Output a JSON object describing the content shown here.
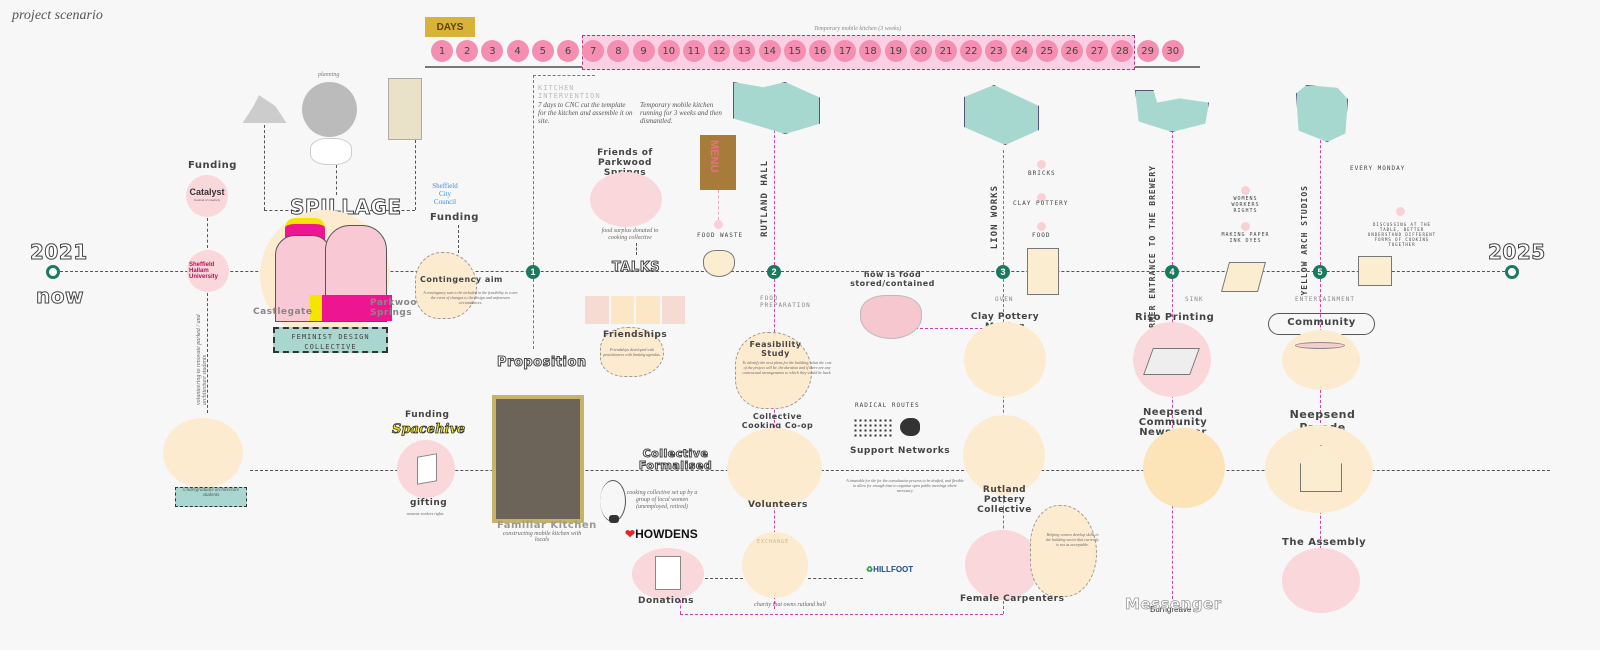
{
  "title": "project scenario",
  "days": {
    "label": "DAYS",
    "numbers": [
      1,
      2,
      3,
      4,
      5,
      6,
      7,
      8,
      9,
      10,
      11,
      12,
      13,
      14,
      15,
      16,
      17,
      18,
      19,
      20,
      21,
      22,
      23,
      24,
      25,
      26,
      27,
      28,
      29,
      30
    ],
    "highlight_label": "Temporary mobile kitchen (3 weeks)",
    "highlight_range": [
      7,
      28
    ]
  },
  "timeline": {
    "start_year": "2021",
    "start_label": "now",
    "end_year": "2025",
    "stages": [
      "1",
      "2",
      "3",
      "4",
      "5"
    ]
  },
  "kitchen_intervention": {
    "heading": "KITCHEN INTERVENTION",
    "note_1": "7 days to CNC cut the template for the kitchen and assemble it on site.",
    "note_2": "Temporary mobile kitchen running for 3 weeks and then dismantled."
  },
  "left": {
    "planning": "planning",
    "funding_1": "Funding",
    "catalyst": "Catalyst",
    "catalyst_sub": "Festival of creativity",
    "shu": "Sheffield Hallam University",
    "vertical_note": "volunteering to renovate parked / and architecture students",
    "students_note": "Undergraduate architecture students",
    "spillage": "SPILLAGE",
    "castlegate": "Castlegate",
    "parkwood": "Parkwood Springs",
    "collective": "FEMINIST DESIGN COLLECTIVE",
    "scc": "Sheffield City Council",
    "funding_2": "Funding",
    "contingency": "Contingency aim",
    "contingency_note": "A contingency sum to be included in the feasibility to cover the event of changes to the design and unforeseen circumstances.",
    "funding_3": "Funding",
    "spacehive": "Spacehive",
    "gifting": "gifting",
    "gifting_note": "womens workers rights"
  },
  "stage1": {
    "proposition": "Proposition",
    "kitchen_title": "Familiar Kitchen",
    "kitchen_note": "constructing mobile kitchen with locals",
    "friends": "Friends of Parkwood Springs",
    "friends_note": "food surplus donated to cooking collective",
    "talks": "TALKS",
    "friendships": "Friendships",
    "friendships_note": "Friendships developed with practitioners with limiting agendas.",
    "collective": "Collective Formalised",
    "collective_note": "cooking collective set up by a group of local women (unemployed, retired)",
    "howdens": "HOWDENS",
    "donations": "Donations"
  },
  "stage2": {
    "place": "RUTLAND HALL",
    "menu": "MENU",
    "food_waste": "FOOD WASTE",
    "food_prep": "FOOD PREPARATION",
    "feasibility": "Feasibility Study",
    "feasibility_note": "To identify the next plans for the building, what the cost of the project will be, the duration and if there are any contractual arrangements to which they would be back.",
    "cooking": "Collective Cooking Co-op",
    "volunteers": "Volunteers",
    "exchange": "EXCHANGE",
    "charity_note": "charity that owns rutland hall",
    "hillfoot": "HILLFOOT",
    "stored": "how is food stored/contained",
    "radical": "RADICAL ROUTES",
    "support": "Support Networks",
    "support_note": "A timetable for the for the consultation process to be drafted, and flexible to allow for enough time to organise open public meetings where necessary."
  },
  "stage3": {
    "place": "LION WORKS",
    "bricks": "BRICKS",
    "clay": "CLAY POTTERY",
    "food": "FOOD",
    "oven": "OVEN",
    "pottery": "Clay Pottery Making",
    "rutland_pottery": "Rutland Pottery Collective",
    "carpenters": "Female Carpenters",
    "carpenters_note": "Helping women develop skills in the building sector that currently is not as acceptable."
  },
  "stage4": {
    "place": "FORMER ENTRANCE TO THE BREWERY",
    "rights": "WOMENS WORKERS RIGHTS",
    "paper": "MAKING PAPER INK DYES",
    "sink": "SINK",
    "riso": "Riso Printing",
    "newspaper": "Neepsend Community Newspaper",
    "messenger_top": "Burngreave",
    "messenger": "Messenger"
  },
  "stage5": {
    "place": "YELLOW ARCH STUDIOS",
    "monday": "EVERY MONDAY",
    "discussing": "DISCUSSING AT THE TABLE, BETTER UNDERSTAND DIFFERENT FORMS OF COOKING TOGETHER",
    "entertainment": "ENTERTAINMENT",
    "lunch": "Community Lunch",
    "parade": "Neepsend Parade",
    "assembly": "The Assembly"
  },
  "colors": {
    "node_green": "#1b7a5e",
    "day_pink": "#f48fb1",
    "magenta_path": "#d63ea8",
    "building_teal": "#a6d8cf",
    "cream": "#fdebd0",
    "light_pink": "#f9d7da",
    "days_label_gold": "#d9b23a"
  }
}
